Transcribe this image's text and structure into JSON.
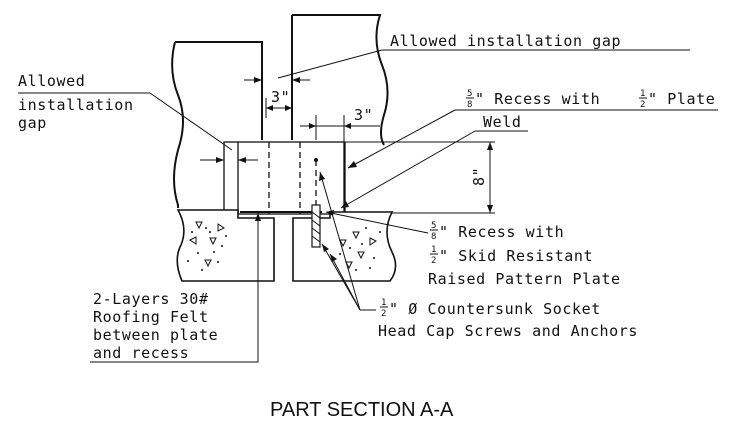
{
  "labels": {
    "allowed_gap_top": "Allowed installation gap",
    "allowed_gap_left_1": "Allowed",
    "allowed_gap_left_2": "installation",
    "allowed_gap_left_3": "gap",
    "dim_3_a": "3\"",
    "dim_3_b": "3\"",
    "dim_8": "8\"",
    "recess_top_frac_num": "5",
    "recess_top_frac_den": "8",
    "recess_top_text": "\" Recess with",
    "recess_top_frac2_num": "1",
    "recess_top_frac2_den": "2",
    "recess_top_text2": "\" Plate",
    "weld": "Weld",
    "recess_skid_frac_num": "5",
    "recess_skid_frac_den": "8",
    "recess_skid_1": "\" Recess with",
    "recess_skid_frac2_num": "1",
    "recess_skid_frac2_den": "2",
    "recess_skid_2": "\" Skid Resistant",
    "recess_skid_3": "Raised Pattern Plate",
    "felt_1": "2-Layers 30#",
    "felt_2": "Roofing Felt",
    "felt_3": "between plate",
    "felt_4": "and recess",
    "screws_frac_num": "1",
    "screws_frac_den": "2",
    "screws_1": "\" Ø Countersunk Socket",
    "screws_2": "Head Cap Screws and Anchors",
    "section_title": "PART SECTION A-A"
  }
}
